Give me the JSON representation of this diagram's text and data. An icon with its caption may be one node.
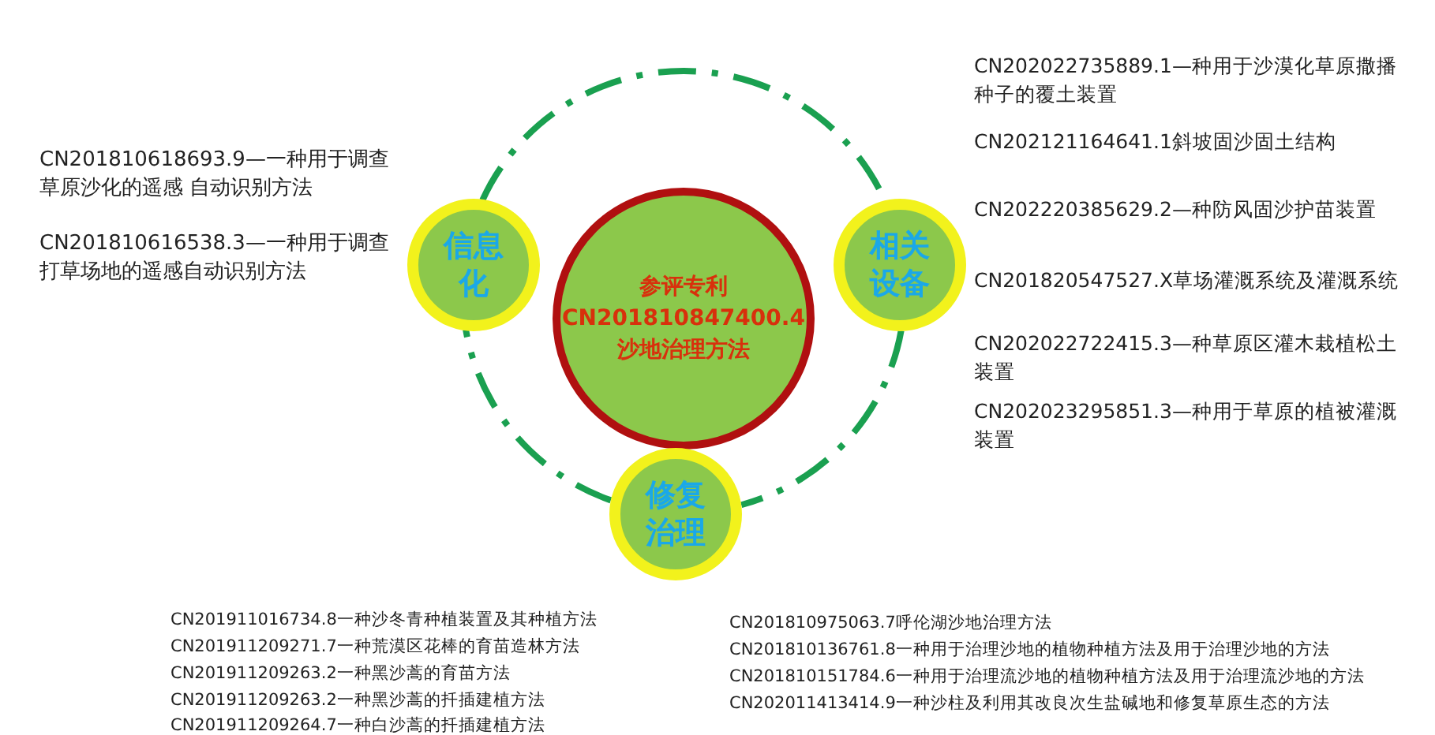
{
  "diagram": {
    "nodes": [
      {
        "text": [
          "参评专利",
          "CN201810847400.4",
          "沙地治理方法"
        ]
      },
      {
        "text": [
          "信息化"
        ],
        "beside": [
          "CN201810618693.9—一种用于调查草原沙化的遥感 自动识别方法",
          "CN201810616538.3—一种用于调查打草场地的遥感自动识别方法"
        ]
      },
      {
        "text": [
          "相关设备"
        ],
        "beside": [
          "CN202022735889.1—种用于沙漠化草原撒播种子的覆土装置",
          "CN202121164641.1斜坡固沙固土结构",
          "CN202220385629.2—种防风固沙护苗装置",
          "CN201820547527.X草场灌溉系统及灌溉系统",
          "CN202022722415.3—种草原区灌木栽植松土装置",
          "CN202023295851.3—种用于草原的植被灌溉装置"
        ]
      },
      {
        "text": [
          "修复治理"
        ],
        "beside": [
          "CN201911016734.8一种沙冬青种植装置及其种植方法",
          "CN201911209271.7一种荒漠区花棒的育苗造林方法",
          "CN201911209263.2一种黑沙蒿的育苗方法",
          "CN201911209263.2一种黑沙蒿的扦插建植方法",
          "CN201911209264.7一种白沙蒿的扦插建植方法",
          "CN201810975063.7呼伦湖沙地治理方法",
          "CN201810136761.8一种用于治理沙地的植物种植方法及用于治理沙地的方法",
          "CN201810151784.6一种用于治理流沙地的植物种植方法及用于治理流沙地的方法",
          "CN202011413414.9一种沙柱及利用其改良次生盐碱地和修复草原生态的方法"
        ]
      }
    ],
    "edges": [
      {
        "from": 1,
        "to": 2,
        "arrow": "none",
        "style": "dashed"
      },
      {
        "from": 2,
        "to": 3,
        "arrow": "none",
        "style": "dashed"
      },
      {
        "from": 3,
        "to": 1,
        "arrow": "none",
        "style": "dashed"
      }
    ]
  }
}
